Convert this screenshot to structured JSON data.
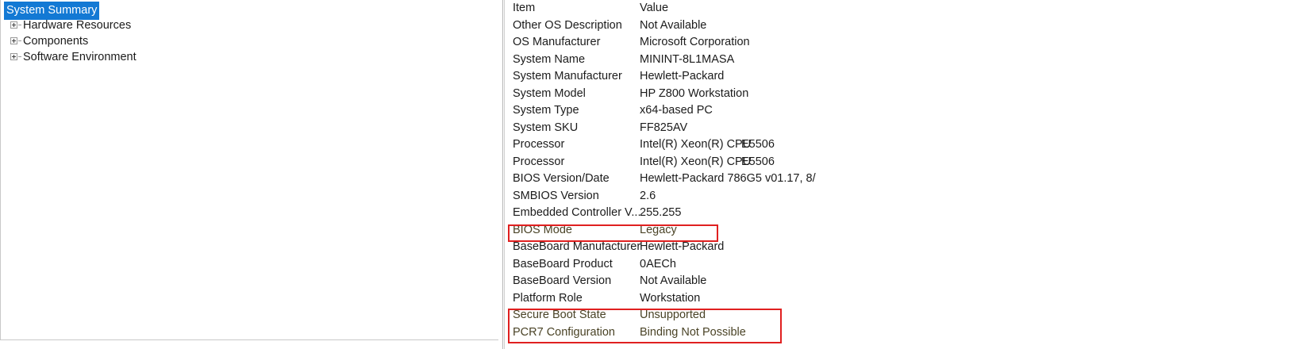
{
  "tree": {
    "items": [
      {
        "label": "System Summary",
        "selected": true,
        "expandable": false
      },
      {
        "label": "Hardware Resources",
        "selected": false,
        "expandable": true
      },
      {
        "label": "Components",
        "selected": false,
        "expandable": true
      },
      {
        "label": "Software Environment",
        "selected": false,
        "expandable": true
      }
    ]
  },
  "list": {
    "columns": {
      "item": "Item",
      "value": "Value"
    },
    "rows": [
      {
        "item": "Item",
        "value": "Value",
        "extra": "",
        "highlight": false,
        "header": true
      },
      {
        "item": "Other OS Description",
        "value": "Not Available",
        "extra": "",
        "highlight": false
      },
      {
        "item": "OS Manufacturer",
        "value": "Microsoft Corporation",
        "extra": "",
        "highlight": false
      },
      {
        "item": "System Name",
        "value": "MININT-8L1MASA",
        "extra": "",
        "highlight": false
      },
      {
        "item": "System Manufacturer",
        "value": "Hewlett-Packard",
        "extra": "",
        "highlight": false
      },
      {
        "item": "System Model",
        "value": "HP Z800 Workstation",
        "extra": "",
        "highlight": false
      },
      {
        "item": "System Type",
        "value": "x64-based PC",
        "extra": "",
        "highlight": false
      },
      {
        "item": "System SKU",
        "value": "FF825AV",
        "extra": "",
        "highlight": false
      },
      {
        "item": "Processor",
        "value": "Intel(R) Xeon(R) CPU",
        "extra": "E5506",
        "highlight": false
      },
      {
        "item": "Processor",
        "value": "Intel(R) Xeon(R) CPU",
        "extra": "E5506",
        "highlight": false
      },
      {
        "item": "BIOS Version/Date",
        "value": "Hewlett-Packard 786G5 v01.17, 8/",
        "extra": "",
        "highlight": false
      },
      {
        "item": "SMBIOS Version",
        "value": "2.6",
        "extra": "",
        "highlight": false
      },
      {
        "item": "Embedded Controller V...",
        "value": "255.255",
        "extra": "",
        "highlight": false
      },
      {
        "item": "BIOS Mode",
        "value": "Legacy",
        "extra": "",
        "highlight": true
      },
      {
        "item": "BaseBoard Manufacturer",
        "value": "Hewlett-Packard",
        "extra": "",
        "highlight": false
      },
      {
        "item": "BaseBoard Product",
        "value": "0AECh",
        "extra": "",
        "highlight": false
      },
      {
        "item": "BaseBoard Version",
        "value": "Not Available",
        "extra": "",
        "highlight": false
      },
      {
        "item": "Platform Role",
        "value": "Workstation",
        "extra": "",
        "highlight": false
      },
      {
        "item": "Secure Boot State",
        "value": "Unsupported",
        "extra": "",
        "highlight": true
      },
      {
        "item": "PCR7 Configuration",
        "value": "Binding Not Possible",
        "extra": "",
        "highlight": true
      }
    ]
  },
  "annotations": {
    "color": "#e02020",
    "boxes": [
      {
        "name": "bios-mode-highlight",
        "rows": [
          "BIOS Mode"
        ]
      },
      {
        "name": "secure-boot-highlight",
        "rows": [
          "Secure Boot State",
          "PCR7 Configuration"
        ]
      }
    ]
  },
  "colors": {
    "selection": "#1379d4",
    "selection_text": "#ffffff",
    "text": "#1b1b1b",
    "highlight_text": "#4a4326",
    "annotation": "#e02020",
    "border": "#c8c8c8",
    "splitter": "#b6b6b6",
    "background": "#ffffff"
  }
}
